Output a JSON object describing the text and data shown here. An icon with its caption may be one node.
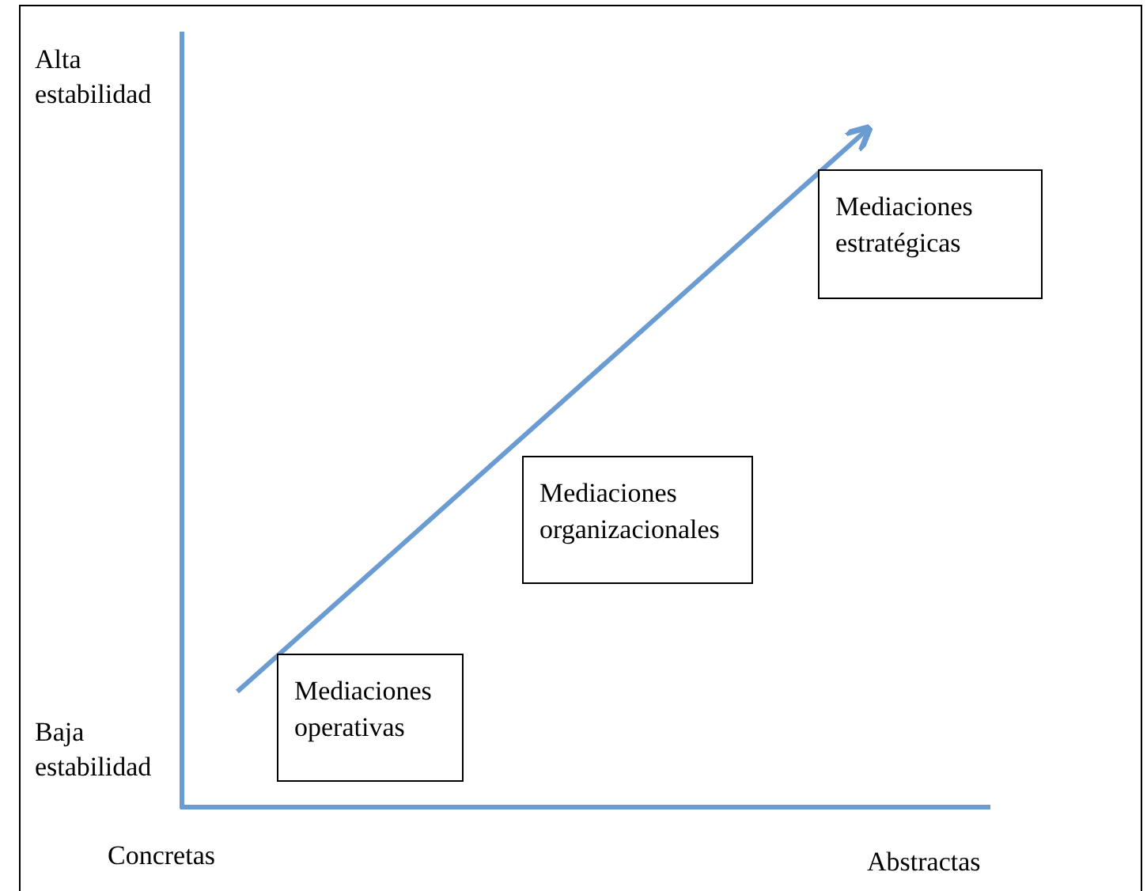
{
  "diagram": {
    "nodes": [
      {
        "text": [
          "Mediaciones operativas"
        ]
      },
      {
        "text": [
          "Mediaciones organizacionales"
        ]
      },
      {
        "text": [
          "Mediaciones estratégicas"
        ]
      }
    ],
    "labels": [
      "Alta estabilidad",
      "Baja estabilidad",
      "Concretas",
      "Abstractas"
    ]
  }
}
